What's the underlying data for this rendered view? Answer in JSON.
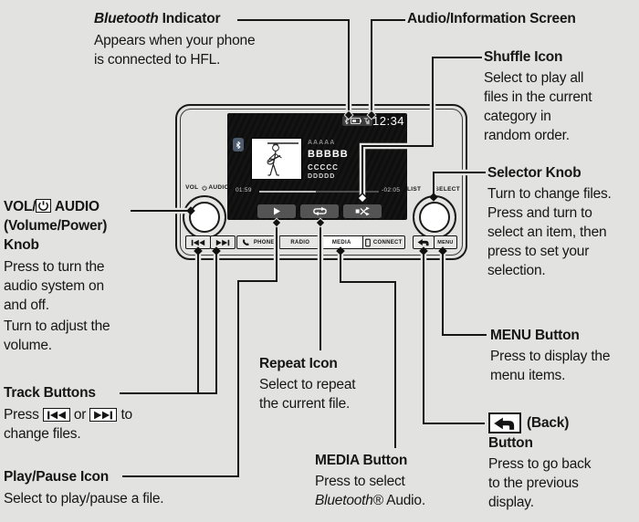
{
  "device_screen": {
    "time": "12:34",
    "track_info": {
      "line1": "AAAAA",
      "line2": "BBBBB",
      "line3": "CCCCC",
      "line4": "DDDDD"
    },
    "elapsed": "01:59",
    "remaining": "-02:05",
    "progress_pct": 47
  },
  "device_buttons": {
    "vol": "VOL",
    "audio": "AUDIO",
    "list": "LIST",
    "select": "SELECT",
    "phone": "PHONE",
    "radio": "RADIO",
    "media": "MEDIA",
    "connect": "CONNECT",
    "menu": "MENU"
  },
  "callouts": {
    "bluetooth_indicator": {
      "title_italic": "Bluetooth",
      "title_rest": " Indicator",
      "body": [
        "Appears when your phone",
        "is connected to HFL."
      ]
    },
    "audio_screen": {
      "title": "Audio/Information Screen"
    },
    "shuffle": {
      "title": "Shuffle Icon",
      "body": [
        "Select to play all",
        "files in the current",
        "category in",
        "random order."
      ]
    },
    "selector": {
      "title": "Selector Knob",
      "body": [
        "Turn to change files.",
        "Press and turn to",
        "select an item, then",
        "press to set your",
        "selection."
      ]
    },
    "menu": {
      "title": "MENU Button",
      "body": [
        "Press to display the",
        "menu items."
      ]
    },
    "back": {
      "title_rest": "(Back)",
      "title_line2": "Button",
      "body": [
        "Press to go back",
        "to the previous",
        "display."
      ]
    },
    "vol": {
      "title_pre": "VOL/",
      "title_post": " AUDIO",
      "title_line2": "(Volume/Power)",
      "title_line3": "Knob",
      "body1": [
        "Press to turn the",
        "audio system on",
        "and off."
      ],
      "body2": [
        "Turn to adjust the",
        "volume."
      ]
    },
    "track": {
      "title": "Track Buttons",
      "body_pre": "Press",
      "body_mid": "or",
      "body_post": "to",
      "body_line2": "change files."
    },
    "play": {
      "title": "Play/Pause Icon",
      "body": "Select to play/pause a file."
    },
    "repeat": {
      "title": "Repeat Icon",
      "body": [
        "Select to repeat",
        "the current file."
      ]
    },
    "media": {
      "title": "MEDIA Button",
      "body_line1": "Press to select",
      "body_italic": "Bluetooth",
      "body_rest": "® Audio."
    }
  },
  "colors": {
    "ink": "#161616",
    "bg": "#e2e2e0",
    "screen_bg": "#101010",
    "soft_btn": "#545454"
  }
}
